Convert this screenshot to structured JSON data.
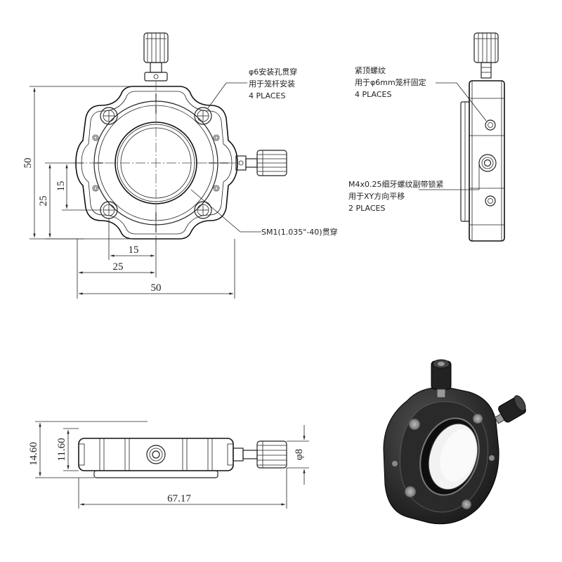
{
  "front_view": {
    "dims": {
      "width": "50",
      "height": "50",
      "hole_x_inner": "15",
      "hole_x_outer": "25",
      "hole_y_inner": "15",
      "hole_y_outer": "25"
    },
    "callout_mount_holes": [
      "φ6安装孔贯穿",
      "用于笼杆安装",
      "4 PLACES"
    ],
    "callout_thread": "SM1(1.035\"-40)贯穿"
  },
  "side_view": {
    "callout_set_screw": [
      "紧顶螺纹",
      "用于φ6mm笼杆固定",
      "4 PLACES"
    ],
    "callout_fine_screw": [
      "M4x0.25细牙螺纹副带锁紧",
      "用于XY方向平移",
      "2 PLACES"
    ]
  },
  "top_view": {
    "dims": {
      "length": "67.17",
      "height_total": "14.60",
      "height_body": "11.60",
      "knob_dia": "φ8"
    }
  },
  "product_photo": {
    "color": "#1c1c1c"
  }
}
